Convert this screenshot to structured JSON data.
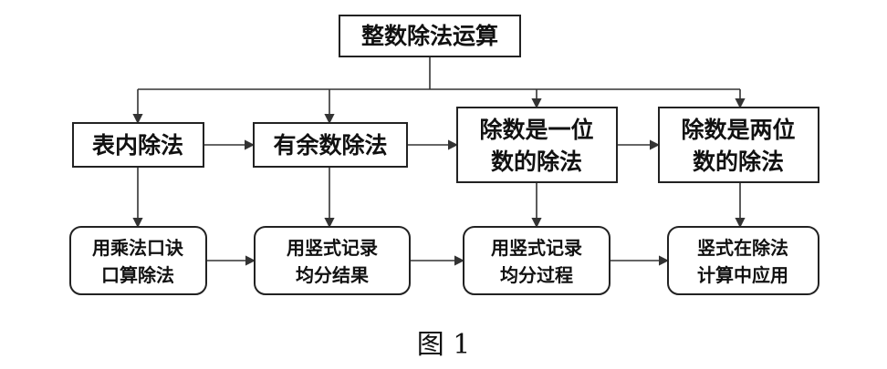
{
  "root": {
    "label": "整数除法运算"
  },
  "stages": [
    {
      "lines": [
        "表内除法"
      ]
    },
    {
      "lines": [
        "有余数除法"
      ]
    },
    {
      "lines": [
        "除数是一位",
        "数的除法"
      ]
    },
    {
      "lines": [
        "除数是两位",
        "数的除法"
      ]
    }
  ],
  "methods": [
    {
      "lines": [
        "用乘法口诀",
        "口算除法"
      ]
    },
    {
      "lines": [
        "用竖式记录",
        "均分结果"
      ]
    },
    {
      "lines": [
        "用竖式记录",
        "均分过程"
      ]
    },
    {
      "lines": [
        "竖式在除法",
        "计算中应用"
      ]
    }
  ],
  "caption": "图 1"
}
